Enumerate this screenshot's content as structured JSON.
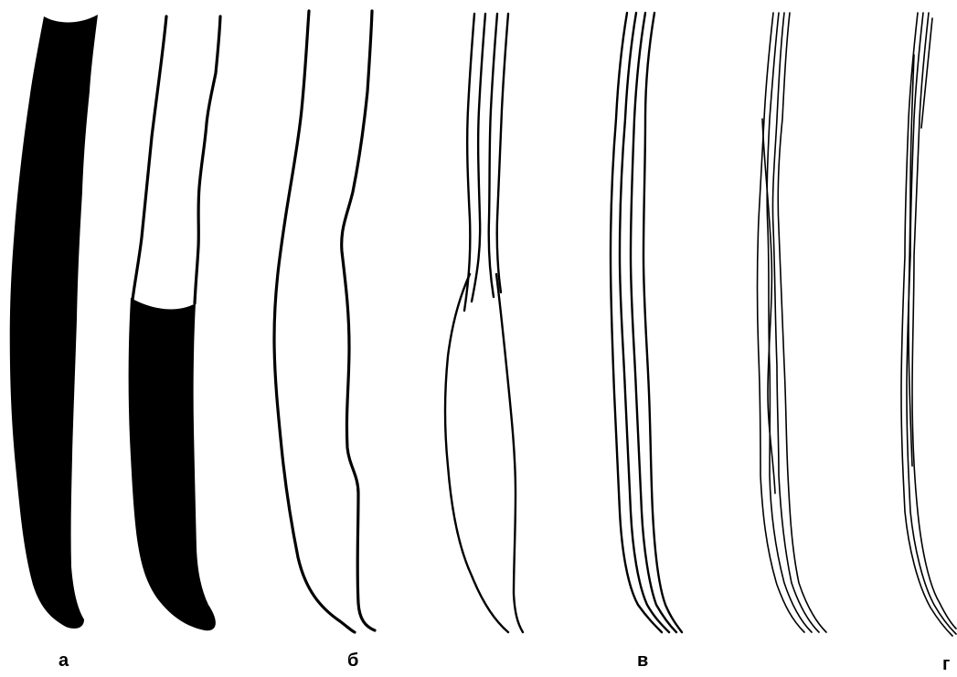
{
  "labels": {
    "a": "а",
    "b": "б",
    "v": "в",
    "g": "г"
  },
  "figures": [
    {
      "id": "fig-a-solid",
      "label_ref": "a"
    },
    {
      "id": "fig-a-partial",
      "label_ref": "a"
    },
    {
      "id": "fig-b-outline",
      "label_ref": "b"
    },
    {
      "id": "fig-b-split",
      "label_ref": "b"
    },
    {
      "id": "fig-v-strands",
      "label_ref": "v"
    },
    {
      "id": "fig-v-fibers",
      "label_ref": "v"
    },
    {
      "id": "fig-g-fibers",
      "label_ref": "g"
    }
  ],
  "colors": {
    "ink": "#000000",
    "paper": "#ffffff"
  }
}
